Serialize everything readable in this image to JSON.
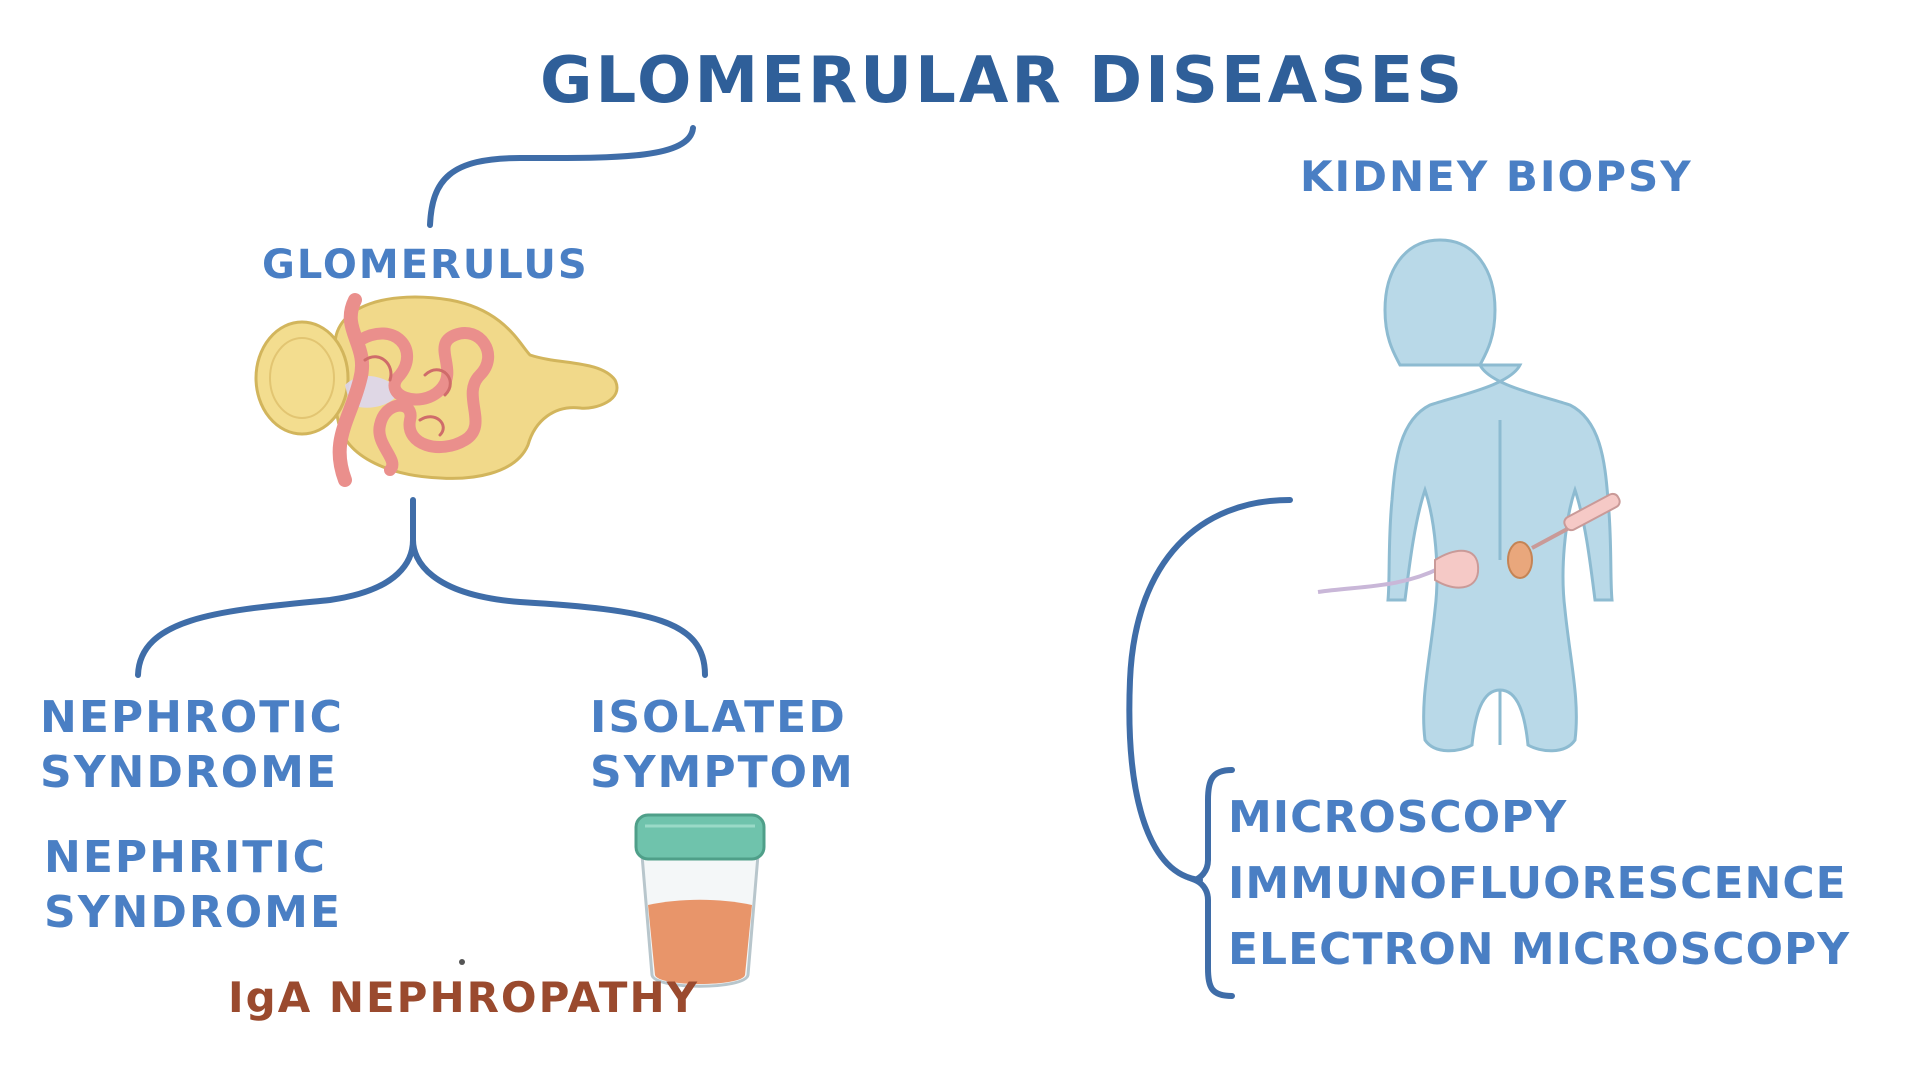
{
  "title": "GLOMERULAR DISEASES",
  "glomerulus_label": "GLOMERULUS",
  "biopsy_label": "KIDNEY BIOPSY",
  "categories": {
    "nephrotic": "NEPHROTIC SYNDROME",
    "nephritic": "NEPHRITIC SYNDROME",
    "isolated": "ISOLATED SYMPTOM"
  },
  "example": "IgA NEPHROPATHY",
  "biopsy_methods": [
    "MICROSCOPY",
    "IMMUNOFLUORESCENCE",
    "ELECTRON MICROSCOPY"
  ],
  "colors": {
    "title": "#2f5f99",
    "label": "#4a7fc4",
    "connector": "#3f6da8",
    "example": "#9a4a2e",
    "body": "#b9d9e8",
    "capsule": "#f1d98a",
    "capillary": "#ea8f8c",
    "cup_lid": "#6fc3ac",
    "urine": "#e8956a"
  }
}
